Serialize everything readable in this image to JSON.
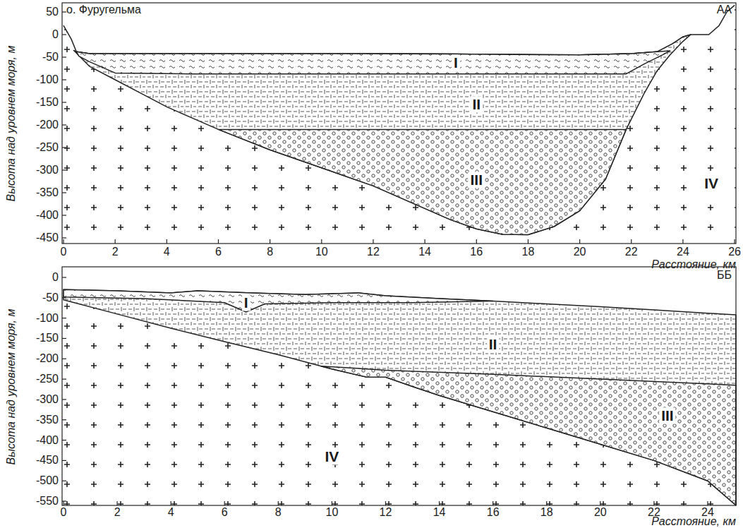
{
  "diagram": {
    "labels": [
      "о. Фуругельма",
      "АА",
      "I",
      "II",
      "III",
      "IV",
      "50",
      "0",
      "-50",
      "-100",
      "-150",
      "-200",
      "-250",
      "-300",
      "-350",
      "-400",
      "-450",
      "0",
      "2",
      "4",
      "6",
      "8",
      "10",
      "12",
      "14",
      "16",
      "18",
      "20",
      "22",
      "24",
      "26",
      "Высота над уровнем моря, м",
      "Расстояние, км",
      "ББ",
      "I",
      "II",
      "III",
      "IV",
      "0",
      "-50",
      "-100",
      "-150",
      "-200",
      "-250",
      "-300",
      "-350",
      "-400",
      "-450",
      "-500",
      "-550",
      "0",
      "2",
      "4",
      "6",
      "8",
      "10",
      "12",
      "14",
      "16",
      "18",
      "20",
      "22",
      "24",
      "Высота над уровнем моря, м",
      "Расстояние, км"
    ]
  }
}
